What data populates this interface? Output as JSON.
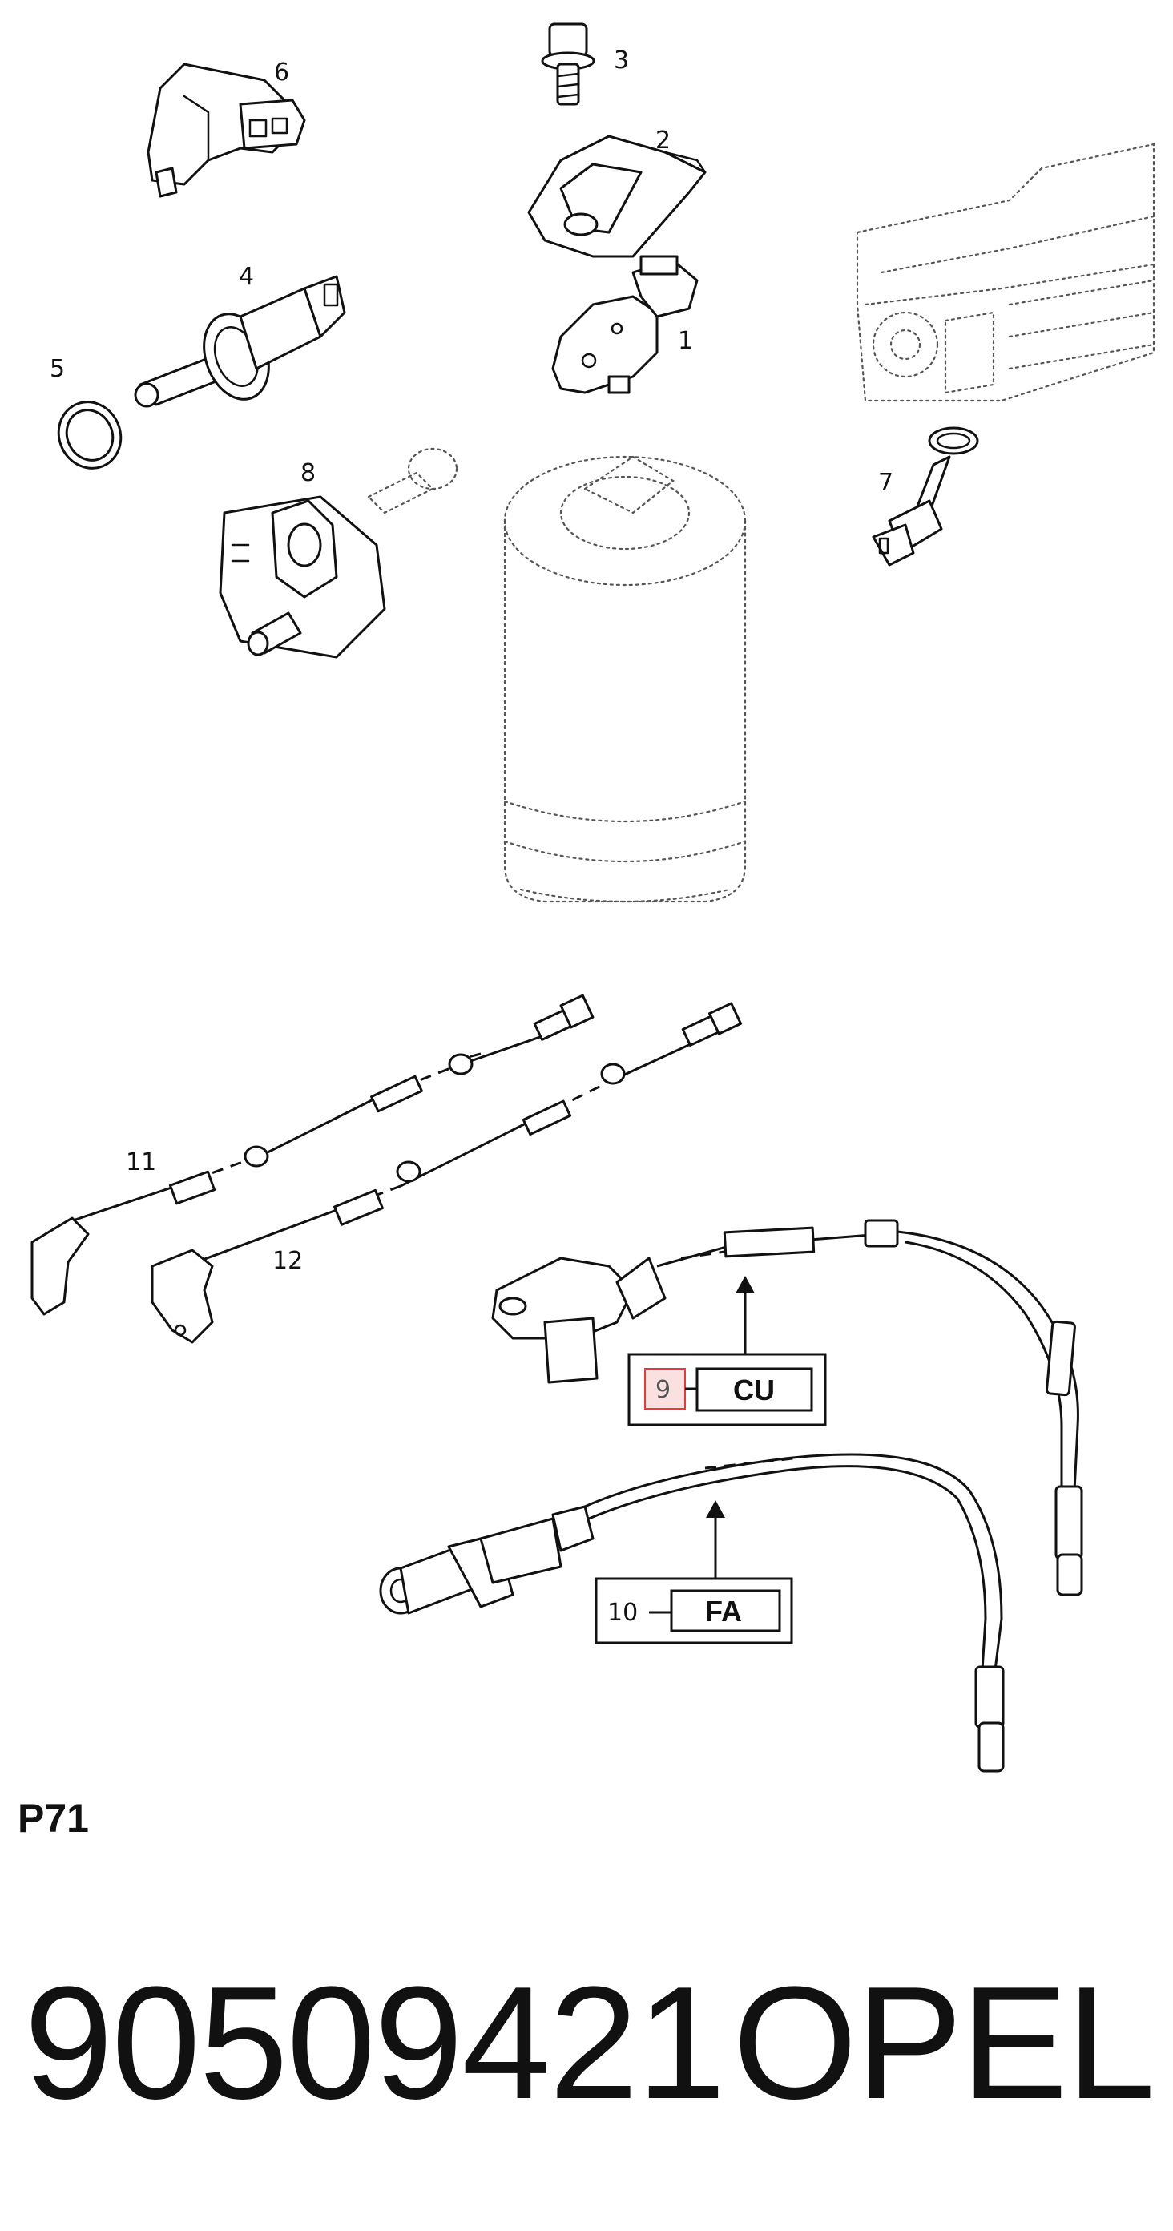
{
  "callouts": {
    "c1": "1",
    "c2": "2",
    "c3": "3",
    "c4": "4",
    "c5": "5",
    "c6": "6",
    "c7": "7",
    "c8": "8",
    "c9": "9",
    "c10": "10",
    "c11": "11",
    "c12": "12"
  },
  "boxes": {
    "cu": {
      "number": "9",
      "code": "CU"
    },
    "fa": {
      "number": "10",
      "code": "FA"
    }
  },
  "page_code": "P71",
  "footer": {
    "part_number": "90509421",
    "brand": "OPEL"
  },
  "colors": {
    "highlight": "#e23b3b",
    "highlight_fill": "#fbe0e0"
  }
}
